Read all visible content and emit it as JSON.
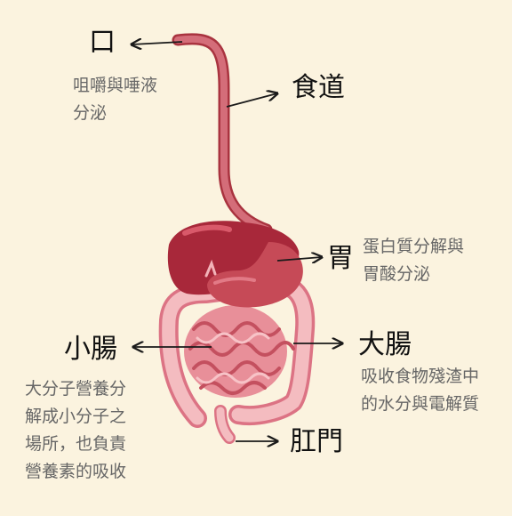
{
  "organs": {
    "mouth": {
      "name": "口",
      "desc": [
        "咀嚼與唾液",
        "分泌"
      ]
    },
    "esophagus": {
      "name": "食道"
    },
    "stomach": {
      "name": "胃",
      "desc": [
        "蛋白質分解與",
        "胃酸分泌"
      ]
    },
    "small_intestine": {
      "name": "小腸",
      "desc": [
        "大分子營養分",
        "解成小分子之",
        "場所，也負責",
        "營養素的吸收"
      ]
    },
    "large_intestine": {
      "name": "大腸",
      "desc": [
        "吸收食物殘渣中",
        "的水分與電解質"
      ]
    },
    "anus": {
      "name": "肛門"
    }
  },
  "colors": {
    "background": "#fbf3df",
    "liver": "#a8283a",
    "stomach": "#c64a57",
    "intestine_light": "#f2b3b8",
    "intestine_dark": "#dc7384",
    "esophagus": "#c75866",
    "arrow": "#1a1a1a"
  }
}
